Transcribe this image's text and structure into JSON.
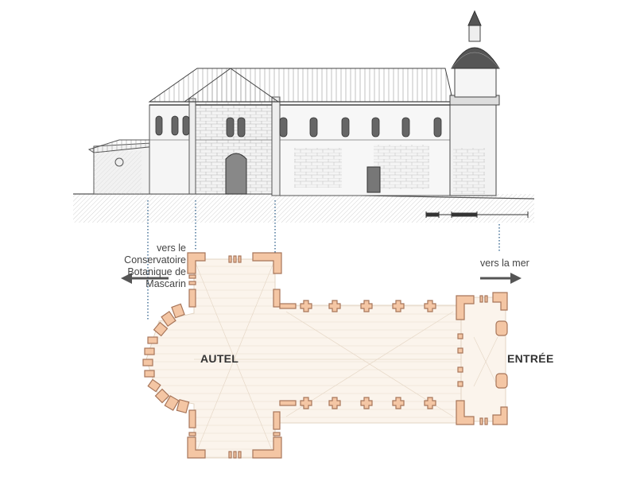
{
  "labels": {
    "conservatoire_line1": "vers le Conservatoire",
    "conservatoire_line2": "Botanique de Mascarin",
    "mer": "vers la mer",
    "autel": "AUTEL",
    "entree": "ENTRÉE"
  },
  "colors": {
    "wall_fill": "#f4c6a4",
    "wall_stroke": "#a8765a",
    "floor": "#fbf4ec",
    "ink": "#444444",
    "arrow": "#555555"
  }
}
